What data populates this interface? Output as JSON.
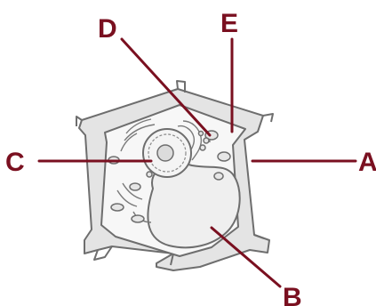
{
  "colors": {
    "leader_line": "#7a1020",
    "label_text": "#7a1020",
    "cell_outline": "#6e6e6e",
    "cell_wall_fill": "#e4e4e4",
    "cytoplasm_fill": "#f7f7f7",
    "vacuole_fill": "#efefef"
  },
  "labels": {
    "a": "A",
    "b": "B",
    "c": "C",
    "d": "D",
    "e": "E"
  }
}
